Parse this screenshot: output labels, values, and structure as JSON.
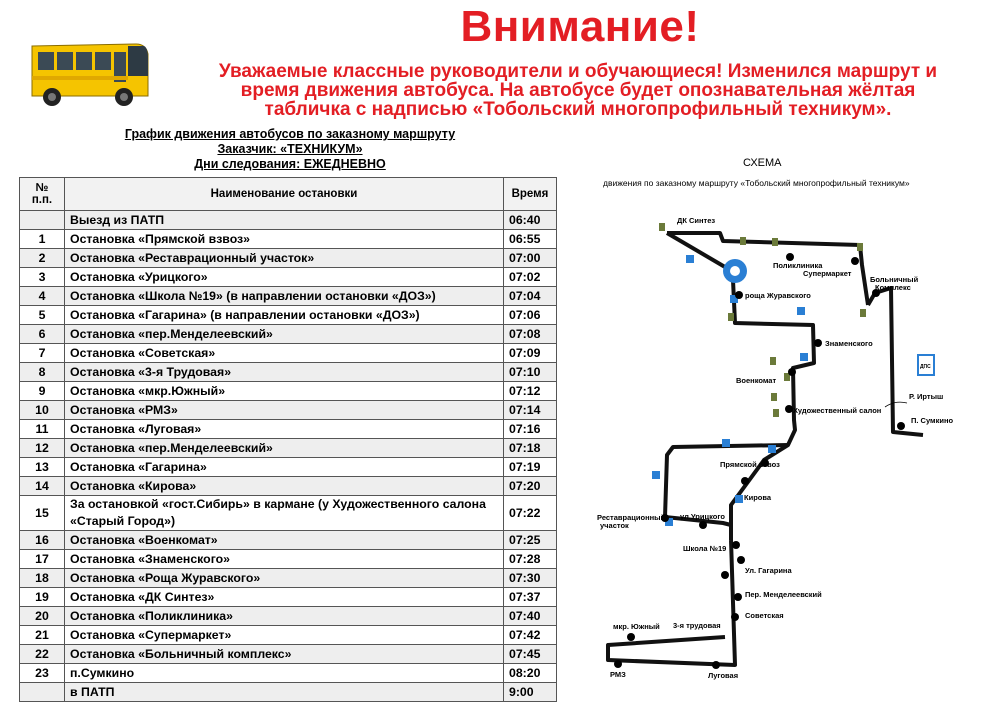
{
  "header": {
    "title": "Внимание!",
    "notice_lines": [
      "Уважаемые классные руководители и обучающиеся! Изменился маршрут и",
      "время движения автобуса.  На автобусе будет опознавательная жёлтая",
      "табличка с надписью «Тобольский многопрофильный техникум»."
    ]
  },
  "schedule": {
    "title": "График движения автобусов по заказному  маршруту",
    "customer": "Заказчик:  «ТЕХНИКУМ»",
    "days": "Дни следования: ЕЖЕДНЕВНО",
    "columns": {
      "num": "№ п.п.",
      "name": "Наименование  остановки",
      "time": "Время"
    },
    "rows": [
      {
        "num": "",
        "name": "Выезд из ПАТП",
        "time": "06:40"
      },
      {
        "num": "1",
        "name": "Остановка «Прямской взвоз»",
        "time": "06:55"
      },
      {
        "num": "2",
        "name": "Остановка «Реставрационный участок»",
        "time": "07:00"
      },
      {
        "num": "3",
        "name": "Остановка «Урицкого»",
        "time": "07:02"
      },
      {
        "num": "4",
        "name": "Остановка «Школа №19» (в направлении остановки «ДОЗ»)",
        "time": "07:04"
      },
      {
        "num": "5",
        "name": "Остановка «Гагарина» (в направлении остановки «ДОЗ»)",
        "time": "07:06"
      },
      {
        "num": "6",
        "name": "Остановка «пер.Менделеевский»",
        "time": "07:08"
      },
      {
        "num": "7",
        "name": "Остановка «Советская»",
        "time": "07:09"
      },
      {
        "num": "8",
        "name": "Остановка «3-я Трудовая»",
        "time": "07:10"
      },
      {
        "num": "9",
        "name": "Остановка «мкр.Южный»",
        "time": "07:12"
      },
      {
        "num": "10",
        "name": "Остановка «РМЗ»",
        "time": "07:14"
      },
      {
        "num": "11",
        "name": "Остановка «Луговая»",
        "time": "07:16"
      },
      {
        "num": "12",
        "name": "Остановка «пер.Менделеевский»",
        "time": "07:18"
      },
      {
        "num": "13",
        "name": "Остановка «Гагарина»",
        "time": "07:19"
      },
      {
        "num": "14",
        "name": "Остановка «Кирова»",
        "time": "07:20"
      },
      {
        "num": "15",
        "name": "За остановкой «гост.Сибирь» в кармане (у Художественного салона «Старый Город»)",
        "time": "07:22"
      },
      {
        "num": "16",
        "name": "Остановка «Военкомат»",
        "time": "07:25"
      },
      {
        "num": "17",
        "name": "Остановка «Знаменского»",
        "time": "07:28"
      },
      {
        "num": "18",
        "name": "Остановка «Роща Журавского»",
        "time": "07:30"
      },
      {
        "num": "19",
        "name": "Остановка «ДК Синтез»",
        "time": "07:37"
      },
      {
        "num": "20",
        "name": "Остановка «Поликлиника»",
        "time": "07:40"
      },
      {
        "num": "21",
        "name": "Остановка «Супермаркет»",
        "time": "07:42"
      },
      {
        "num": "22",
        "name": "Остановка «Больничный комплекс»",
        "time": "07:45"
      },
      {
        "num": "23",
        "name": "п.Сумкино",
        "time": "08:20"
      },
      {
        "num": "",
        "name": "в ПАТП",
        "time": "9:00"
      }
    ]
  },
  "scheme": {
    "title": "СХЕМА",
    "subtitle": "движения  по заказному маршруту «Тобольский многопрофильный  техникум»",
    "labels": {
      "dk": "ДК Синтез",
      "poly": "Поликлиника",
      "super": "Супермаркет",
      "hosp1": "Больничный",
      "hosp2": "Комплекс",
      "roscha": "роща Журавского",
      "znam": "Знаменского",
      "voenk": "Военкомат",
      "hud": "Художественный салон",
      "irtysh": "Р. Иртыш",
      "sumk": "П. Сумкино",
      "dps": "ДПС",
      "pryam": "Прямской взвоз",
      "kirova": "Кирова",
      "rest1": "Реставрационный",
      "rest2": "участок",
      "urit": "ул.Урицкого",
      "school": "Школа №19",
      "gag": "Ул. Гагарина",
      "mend": "Пер. Менделеевский",
      "sov": "Советская",
      "yuzh": "мкр. Южный",
      "trud": "3-я трудовая",
      "rmz": "РМЗ",
      "lug": "Луговая"
    }
  },
  "colors": {
    "accent": "#e31e24",
    "bus": "#f5c400"
  }
}
